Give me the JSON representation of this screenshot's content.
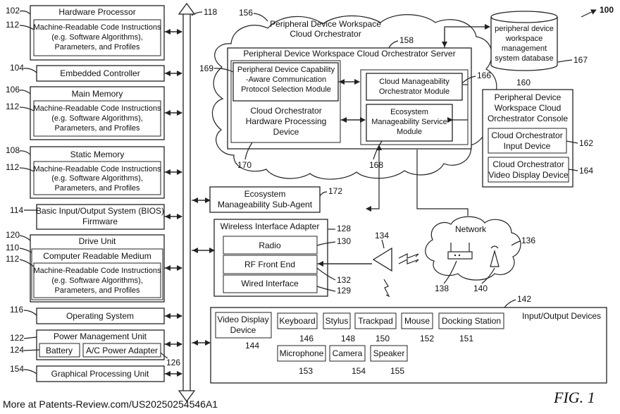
{
  "figure_ref": "100",
  "figure_label": "FIG. 1",
  "footer": "More at Patents-Review.com/US20250254546A1",
  "bus_ref": "118",
  "left": {
    "hardware_processor": {
      "ref": "102",
      "title": "Hardware Processor",
      "inner_ref": "112",
      "inner": [
        "Machine-Readable Code Instructions",
        "(e.g. Software Algorithms),",
        "Parameters, and Profiles"
      ]
    },
    "embedded_controller": {
      "ref": "104",
      "title": "Embedded Controller"
    },
    "main_memory": {
      "ref": "106",
      "title": "Main Memory",
      "inner_ref": "112",
      "inner": [
        "Machine-Readable Code Instructions",
        "(e.g. Software Algorithms),",
        "Parameters, and Profiles"
      ]
    },
    "static_memory": {
      "ref": "108",
      "title": "Static Memory",
      "inner_ref": "112",
      "inner": [
        "Machine-Readable Code Instructions",
        "(e.g. Software Algorithms),",
        "Parameters, and Profiles"
      ]
    },
    "bios": {
      "ref": "114",
      "lines": [
        "Basic Input/Output System (BIOS)",
        "Firmware"
      ]
    },
    "drive_unit": {
      "ref": "120",
      "title": "Drive Unit",
      "crm_ref": "110",
      "crm": "Computer Readable Medium",
      "inner_ref": "112",
      "inner": [
        "Machine-Readable Code Instructions",
        "(e.g. Software Algorithms),",
        "Parameters, and Profiles"
      ]
    },
    "os": {
      "ref": "116",
      "title": "Operating System"
    },
    "pmu": {
      "ref": "122",
      "title": "Power Management Unit",
      "battery_ref": "124",
      "battery": "Battery",
      "adapter": "A/C Power Adapter",
      "adapter_ref": "126"
    },
    "gpu": {
      "ref": "154",
      "title": "Graphical Processing Unit"
    }
  },
  "cloud": {
    "ref": "156",
    "title": [
      "Peripheral Device Workspace",
      "Cloud Orchestrator"
    ],
    "server": {
      "ref": "158",
      "title": "Peripheral Device Workspace Cloud Orchestrator Server"
    },
    "capability": {
      "ref": "169",
      "lines": [
        "Peripheral Device Capability",
        "-Aware Communication",
        "Protocol Selection Module"
      ]
    },
    "hw_processing": {
      "ref": "170",
      "lines": [
        "Cloud Orchestrator",
        "Hardware Processing",
        "Device"
      ]
    },
    "manageability": {
      "ref": "166",
      "lines": [
        "Cloud Manageability",
        "Orchestrator Module"
      ]
    },
    "ecosystem_service": {
      "ref": "168",
      "lines": [
        "Ecosystem",
        "Manageability Service",
        "Module"
      ]
    },
    "database": {
      "ref": "167",
      "lines": [
        "peripheral device",
        "workspace",
        "management",
        "system database"
      ]
    }
  },
  "console": {
    "ref": "160",
    "title": [
      "Peripheral Device",
      "Workspace Cloud",
      "Orchestrator Console"
    ],
    "input": {
      "ref": "162",
      "lines": [
        "Cloud Orchestrator",
        "Input Device"
      ]
    },
    "video": {
      "ref": "164",
      "lines": [
        "Cloud Orchestrator",
        "Video Display Device"
      ]
    }
  },
  "subagent": {
    "ref": "172",
    "lines": [
      "Ecosystem",
      "Manageability Sub-Agent"
    ]
  },
  "wireless": {
    "ref": "128",
    "title": "Wireless Interface Adapter",
    "radio": "Radio",
    "radio_ref": "130",
    "rf": "RF Front End",
    "rf_ref": "132",
    "wired": "Wired Interface",
    "wired_ref": "129"
  },
  "antenna_ref": "134",
  "network": {
    "ref": "136",
    "label": "Network",
    "router_ref": "138",
    "tower_ref": "140"
  },
  "io": {
    "ref": "142",
    "title": "Input/Output Devices",
    "items": [
      {
        "label": [
          "Video Display",
          "Device"
        ],
        "ref": "144"
      },
      {
        "label": [
          "Keyboard"
        ],
        "ref": "146"
      },
      {
        "label": [
          "Stylus"
        ],
        "ref": "148"
      },
      {
        "label": [
          "Trackpad"
        ],
        "ref": "150"
      },
      {
        "label": [
          "Mouse"
        ],
        "ref": "152"
      },
      {
        "label": [
          "Docking Station"
        ],
        "ref": "151"
      },
      {
        "label": [
          "Microphone"
        ],
        "ref": "153"
      },
      {
        "label": [
          "Camera"
        ],
        "ref": "154"
      },
      {
        "label": [
          "Speaker"
        ],
        "ref": "155"
      }
    ]
  }
}
